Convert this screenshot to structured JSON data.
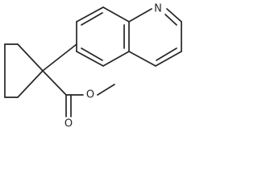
{
  "molecule": {
    "atoms": {
      "ring_nitrogen": "N",
      "carbonyl_oxygen": "O",
      "ester_oxygen": "O"
    }
  }
}
